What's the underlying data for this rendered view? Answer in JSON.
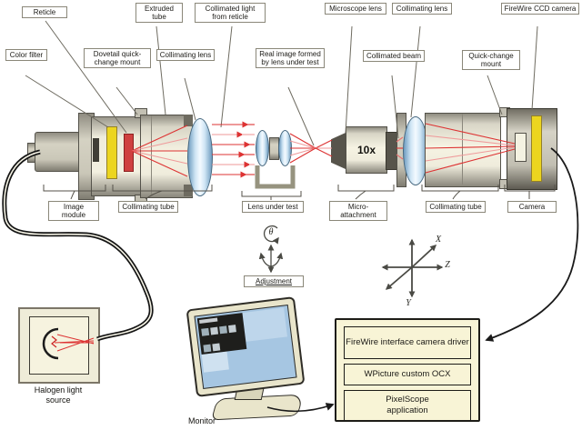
{
  "callouts": {
    "reticle": "Reticle",
    "color_filter": "Color filter",
    "dovetail_mount": "Dovetail quick-change mount",
    "extruded_tube": "Extruded tube",
    "collimating_lens_left": "Collimating lens",
    "collimated_light": "Collimated light from reticle",
    "real_image": "Real image formed by lens under test",
    "microscope_lens": "Microscope lens",
    "collimated_beam": "Collimated beam",
    "collimating_lens_right": "Collimating lens",
    "quick_change_mount": "Quick-change mount",
    "firewire_camera": "FireWire CCD camera"
  },
  "section_labels": {
    "image_module": "Image module",
    "collimating_tube_left": "Collimating tube",
    "lens_under_test": "Lens under test",
    "micro_attachment": "Micro-attachment",
    "collimating_tube_right": "Collimating tube",
    "camera": "Camera"
  },
  "adjustment": {
    "theta": "θ",
    "label": "Adjustment"
  },
  "axes": {
    "x": "X",
    "y": "Y",
    "z": "Z"
  },
  "objective": {
    "magnification": "10x"
  },
  "halogen_label": "Halogen light source",
  "monitor_label": "Monitor",
  "software_stack": [
    "FireWire interface camera driver",
    "WPicture custom OCX",
    "PixelScope application"
  ],
  "colors": {
    "ray_red": "#dd3333",
    "ray_pink": "#ef9a9a",
    "filter_yellow": "#ecd51f",
    "reticle_red": "#cf4040",
    "lens_blue": "#9fc2dd",
    "panel_cream": "#f8f4d6",
    "screen_blue": "#a6c6e2"
  }
}
